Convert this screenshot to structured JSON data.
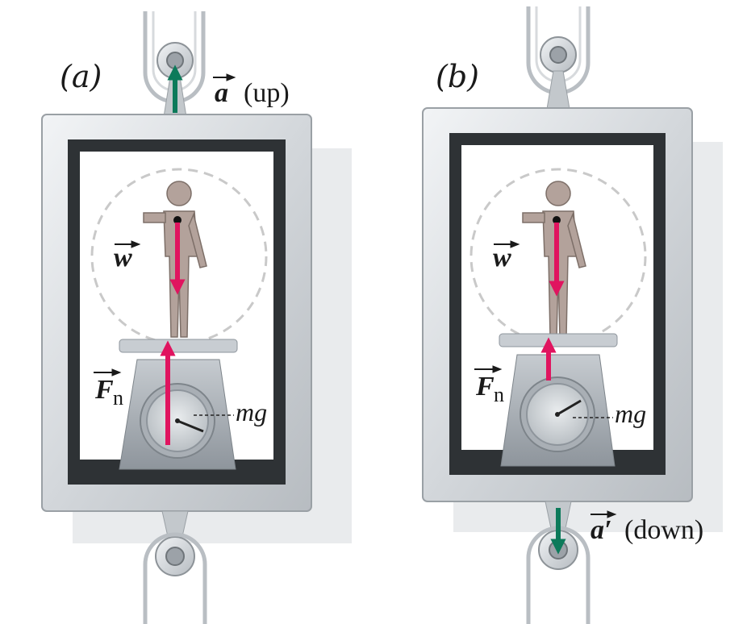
{
  "panels": [
    {
      "id": "a",
      "letter": "(a)",
      "accel_label": "a",
      "accel_direction": "(up)",
      "weight_label": "w",
      "normal_label": "F",
      "normal_subscript": "n",
      "scale_reading": "mg"
    },
    {
      "id": "b",
      "letter": "(b)",
      "accel_label": "a′",
      "accel_direction": "(down)",
      "weight_label": "w",
      "normal_label": "F",
      "normal_subscript": "n",
      "scale_reading": "mg"
    }
  ],
  "colors": {
    "force_arrow": "#e0145f",
    "acceleration_arrow": "#0c7a5a",
    "frame": "#d9dcdf",
    "frame_inner": "#2e3235",
    "person": "#b3a29b",
    "scale": "#9fa5ab"
  }
}
